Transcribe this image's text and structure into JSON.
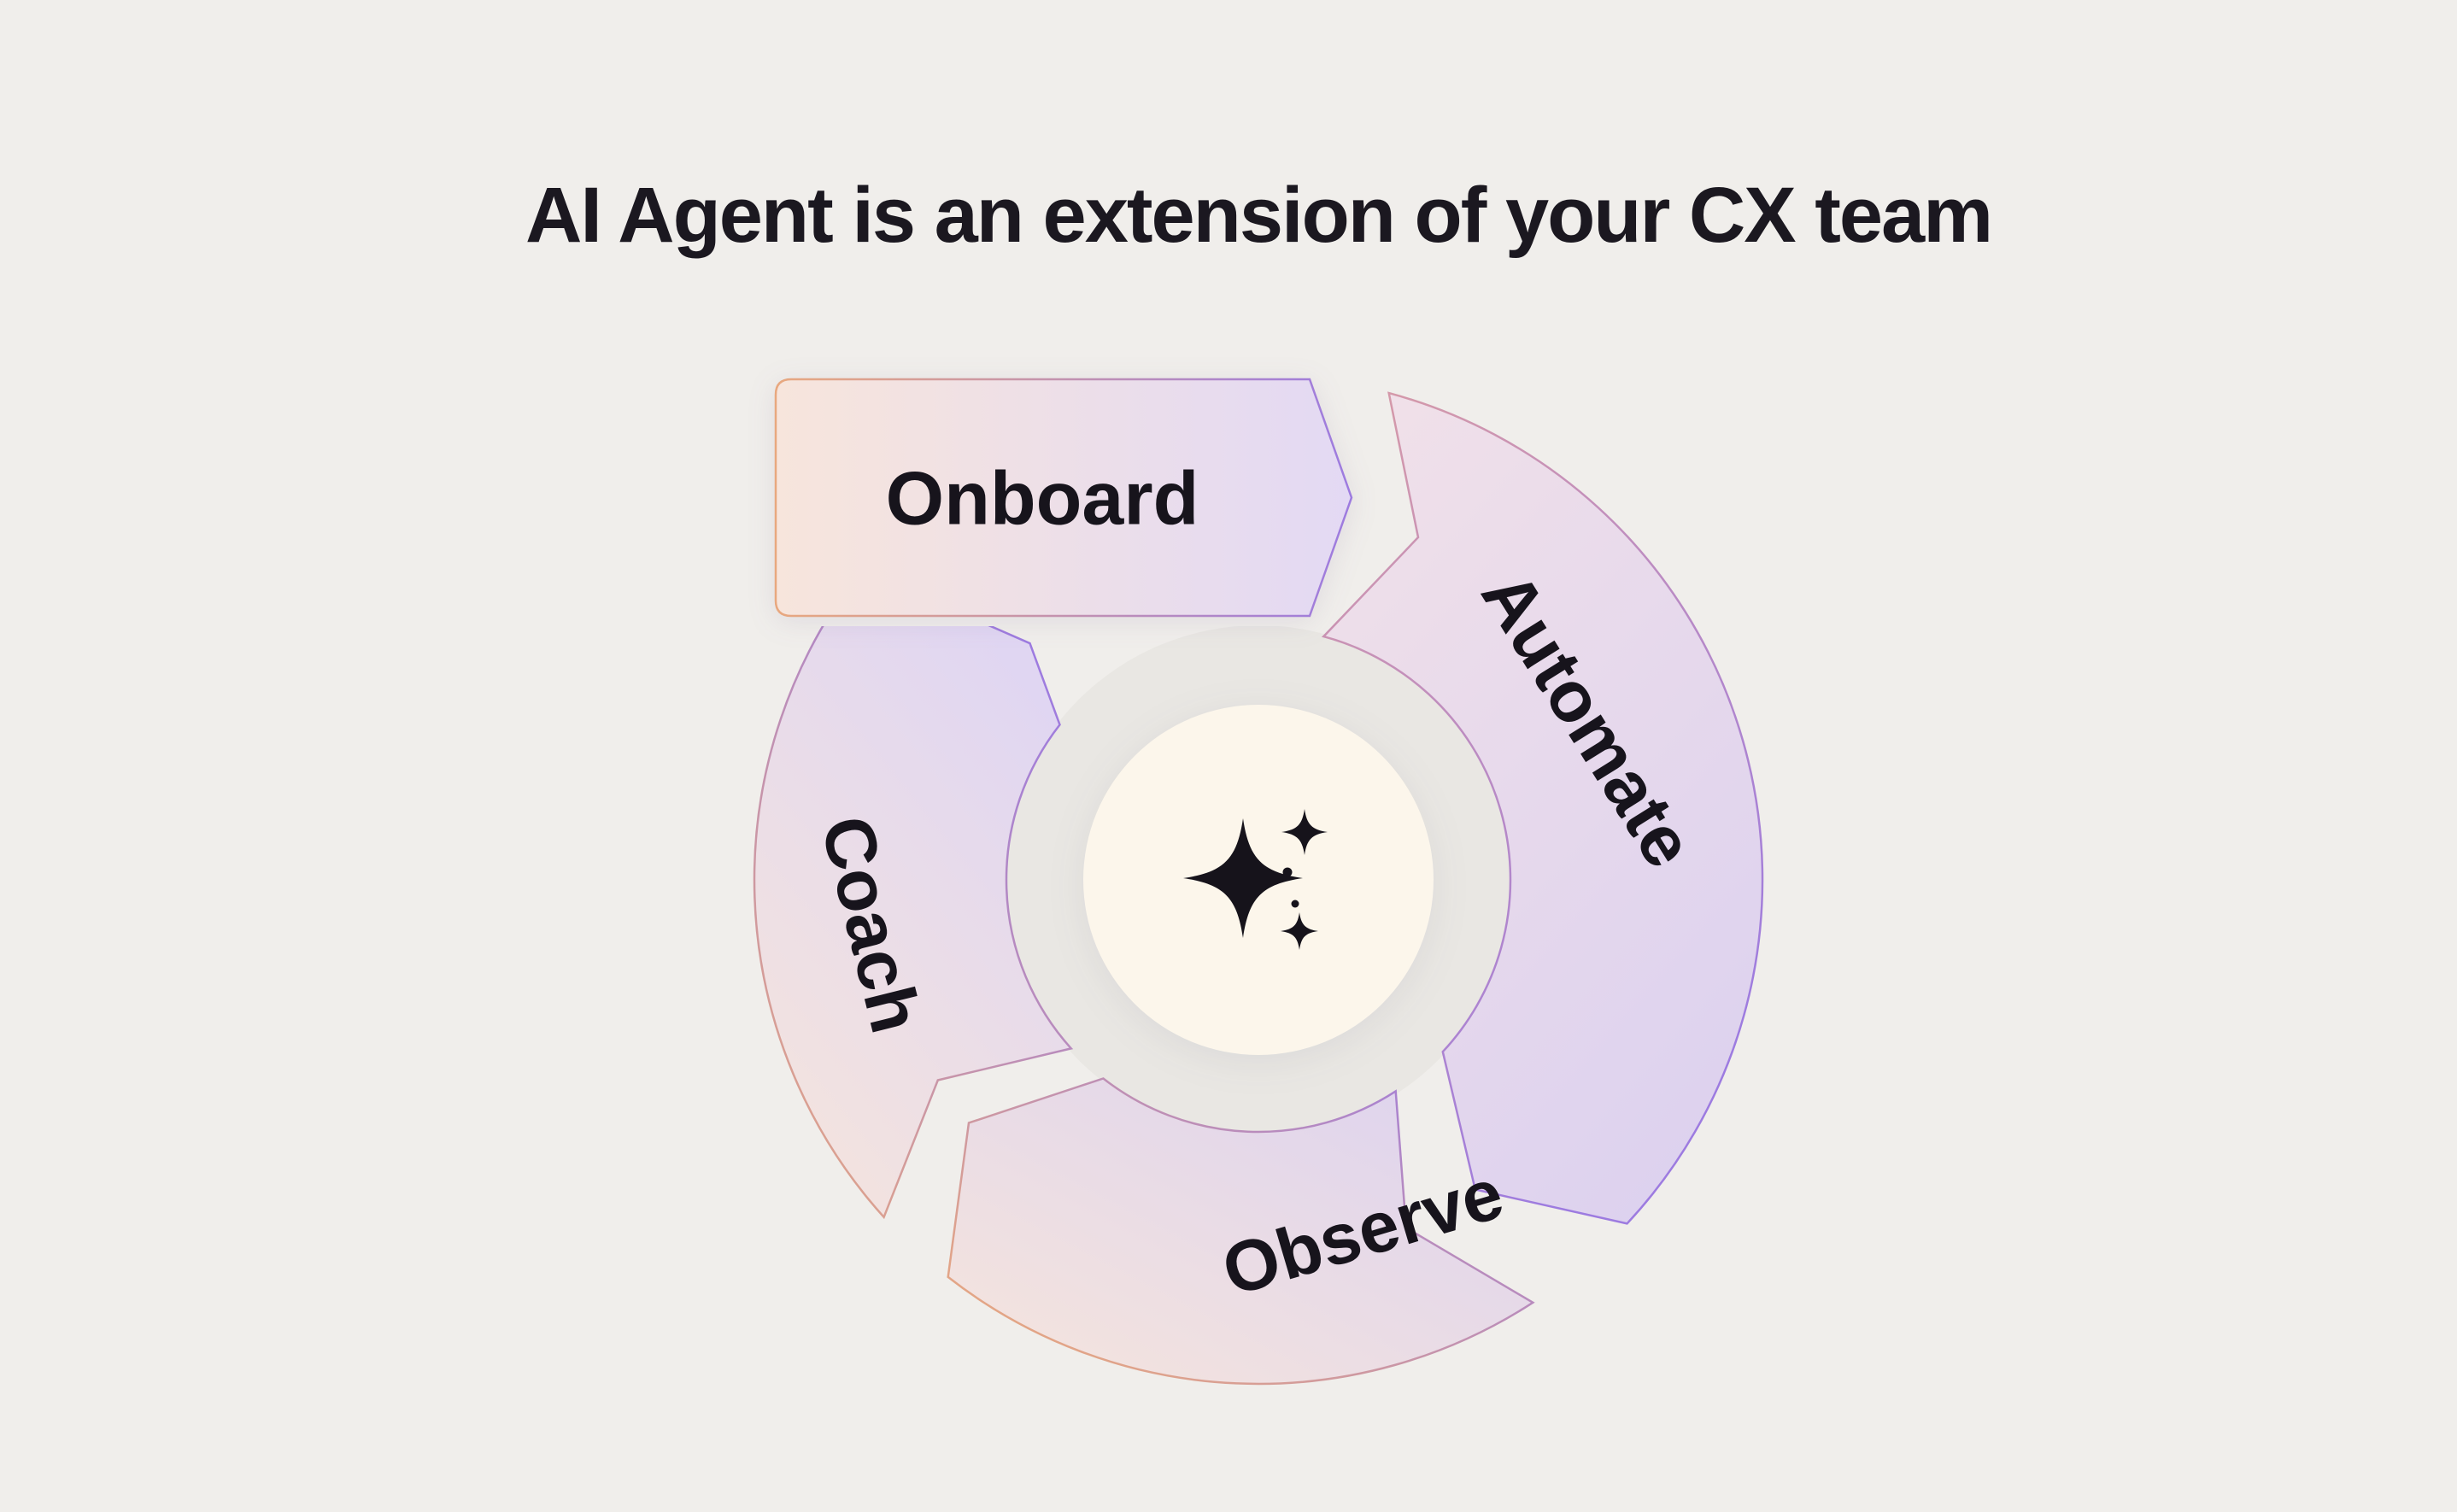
{
  "title": "AI Agent is an extension of your CX team",
  "diagram": {
    "steps": [
      {
        "id": "onboard",
        "label": "Onboard"
      },
      {
        "id": "automate",
        "label": "Automate"
      },
      {
        "id": "observe",
        "label": "Observe"
      },
      {
        "id": "coach",
        "label": "Coach"
      }
    ],
    "center_icon": "sparkles-icon"
  },
  "colors": {
    "background": "#f0eeeb",
    "inner_disc": "#e9e7e3",
    "center_circle": "#fcf6eb",
    "accent_purple": "#9d7be0",
    "accent_orange": "#e8a87f",
    "fill_peach": "#f7e5dc",
    "fill_lavender": "#e2d8f3",
    "icon": "#16131b",
    "title_text": "#1b1820"
  }
}
